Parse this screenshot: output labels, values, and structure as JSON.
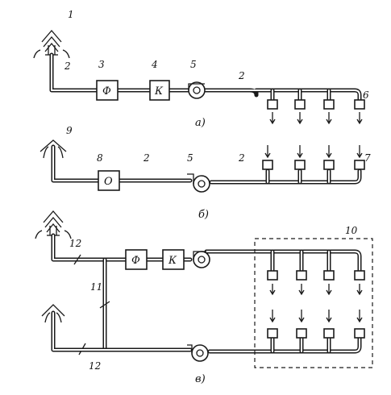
{
  "labels": {
    "n1": "1",
    "n2a": "2",
    "n2b": "2",
    "n3": "3",
    "n4": "4",
    "n5a": "5",
    "n6": "6",
    "n7": "7",
    "n8": "8",
    "n9": "9",
    "n2c": "2",
    "n2d": "2",
    "n5b": "5",
    "n10": "10",
    "n11": "11",
    "n12a": "12",
    "n12b": "12"
  },
  "units": {
    "filter_a": "Ф",
    "heater_a": "К",
    "cleaner_b": "О",
    "filter_c": "Ф",
    "heater_c": "К"
  },
  "captions": {
    "a": "а)",
    "b": "б)",
    "c": "в)"
  }
}
